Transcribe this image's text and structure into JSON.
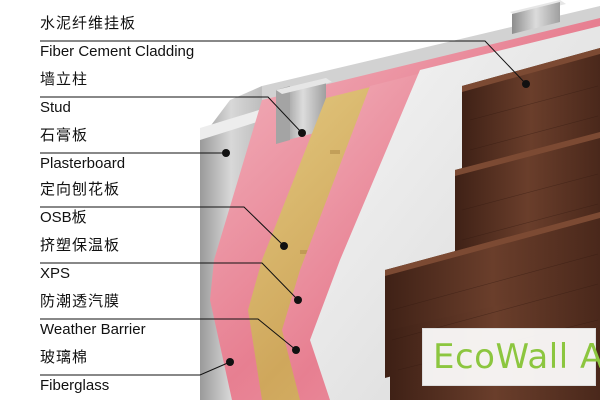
{
  "labels": [
    {
      "zh": "水泥纤维挂板",
      "en": "Fiber Cement Cladding"
    },
    {
      "zh": "墙立柱",
      "en": "Stud"
    },
    {
      "zh": "石膏板",
      "en": "Plasterboard"
    },
    {
      "zh": "定向刨花板",
      "en": "OSB板"
    },
    {
      "zh": "挤塑保温板",
      "en": "XPS"
    },
    {
      "zh": "防潮透汽膜",
      "en": "Weather Barrier"
    },
    {
      "zh": "玻璃棉",
      "en": "Fiberglass"
    }
  ],
  "brand": {
    "name": "EcoWall A",
    "color": "#8cc63f"
  },
  "layer_colors": {
    "plasterboard": "#c9c9c9",
    "fiberglass": "#e98c9b",
    "osb": "#d9b96a",
    "xps": "#ec9aa8",
    "weather_barrier": "#ececec",
    "cladding": "#5a3324",
    "stud": "#b8b8b8"
  }
}
